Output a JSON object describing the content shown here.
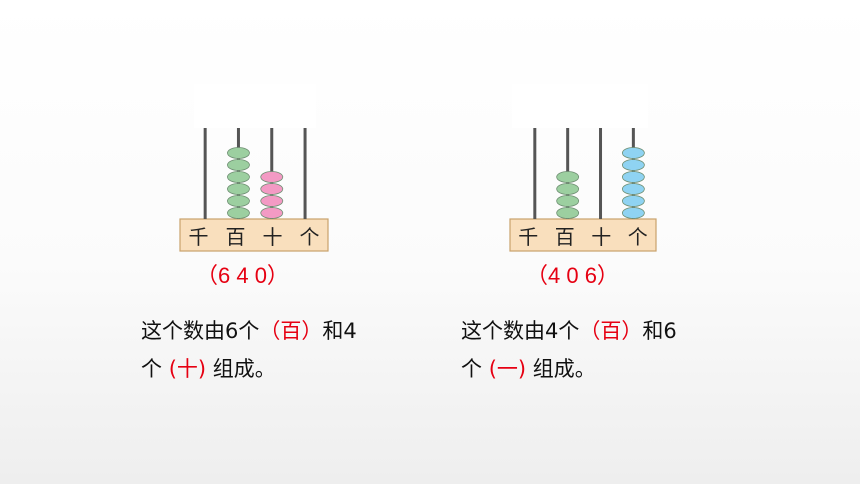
{
  "abaci": [
    {
      "place_labels": [
        "千",
        "百",
        "十",
        "个"
      ],
      "bead_counts": [
        0,
        6,
        4,
        0
      ],
      "bead_colors": [
        "#9ccfa0",
        "#9ccfa0",
        "#f39ac4",
        "#8fd3f2"
      ],
      "answer": "（6 4 0）",
      "sentence": {
        "part1": "这个数由6个",
        "blank1": "（百）",
        "part2": "和4",
        "part3": "个",
        "blank2": "(十)",
        "part4": "组成。"
      }
    },
    {
      "place_labels": [
        "千",
        "百",
        "十",
        "个"
      ],
      "bead_counts": [
        0,
        4,
        0,
        6
      ],
      "bead_colors": [
        "#9ccfa0",
        "#9ccfa0",
        "#f39ac4",
        "#8fd3f2"
      ],
      "answer": "（4 0 6）",
      "sentence": {
        "part1": "这个数由4个",
        "blank1": "（百）",
        "part2": "和6",
        "part3": "个",
        "blank2": "(一)",
        "part4": "组成。"
      }
    }
  ],
  "colors": {
    "base_fill": "#f9dfbd",
    "base_stroke": "#c9a26c",
    "rod": "#555555",
    "answer_red": "#e60012"
  }
}
